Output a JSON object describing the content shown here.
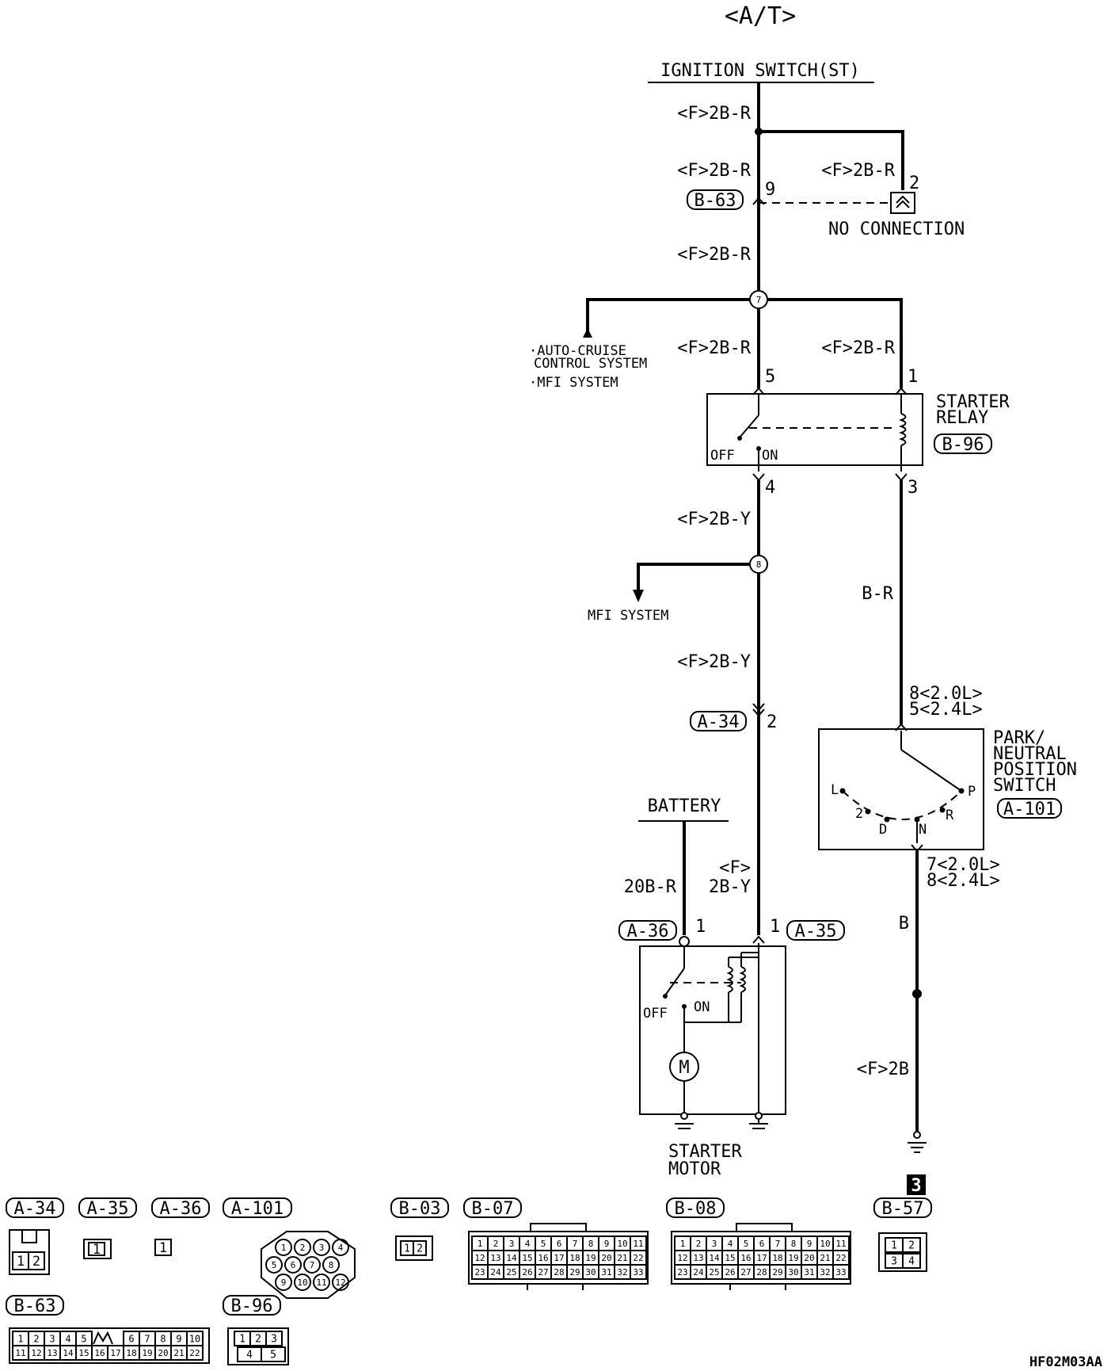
{
  "title": "<A/T>",
  "ignition": {
    "label": "IGNITION SWITCH(ST)"
  },
  "wires": {
    "f2br_1": "<F>2B-R",
    "f2br_2": "<F>2B-R",
    "f2br_branch": "<F>2B-R",
    "f2br_3": "<F>2B-R",
    "f2br_left": "<F>2B-R",
    "f2br_right": "<F>2B-R",
    "f2by_1": "<F>2B-Y",
    "f2by_2": "<F>2B-Y",
    "f2by_3a": "<F>",
    "f2by_3b": "2B-Y",
    "br": "B-R",
    "b20r": "20B-R",
    "b": "B",
    "f2b": "<F>2B"
  },
  "pins": {
    "p9": "9",
    "p2": "2",
    "p5": "5",
    "p1": "1",
    "p4": "4",
    "p3": "3",
    "a34_pin": "2",
    "pn_in_a": "8<2.0L>",
    "pn_in_b": "5<2.4L>",
    "pn_out_a": "7<2.0L>",
    "pn_out_b": "8<2.4L>",
    "a36_pin": "1",
    "a35_pin": "1"
  },
  "connectors": {
    "b63": "B-63",
    "b96": "B-96",
    "a34": "A-34",
    "a101": "A-101",
    "a36": "A-36",
    "a35": "A-35"
  },
  "notes": {
    "no_connection": "NO CONNECTION",
    "auto_cruise_1": "·AUTO-CRUISE",
    "auto_cruise_2": "CONTROL SYSTEM",
    "mfi_1": "·MFI SYSTEM",
    "mfi_2": "MFI SYSTEM"
  },
  "junctions": {
    "j7": "7",
    "j8": "8"
  },
  "components": {
    "starter_relay_1": "STARTER",
    "starter_relay_2": "RELAY",
    "off": "OFF",
    "on": "ON",
    "pn_1": "PARK/",
    "pn_2": "NEUTRAL",
    "pn_3": "POSITION",
    "pn_4": "SWITCH",
    "pos_l": "L",
    "pos_2": "2",
    "pos_d": "D",
    "pos_n": "N",
    "pos_r": "R",
    "pos_p": "P",
    "battery": "BATTERY",
    "motor_symbol": "M",
    "starter_motor_1": "STARTER",
    "starter_motor_2": "MOTOR",
    "off2": "OFF",
    "on2": "ON",
    "ground_ref": "3"
  },
  "legend": {
    "labels": [
      "A-34",
      "A-35",
      "A-36",
      "A-101",
      "B-03",
      "B-07",
      "B-08",
      "B-57",
      "B-63",
      "B-96"
    ],
    "a34_pins": [
      "1",
      "2"
    ],
    "a35_pins": [
      "1"
    ],
    "a36_pins": [
      "1"
    ],
    "a101_pins": [
      "1",
      "2",
      "3",
      "4",
      "5",
      "6",
      "7",
      "8",
      "9",
      "10",
      "11",
      "12"
    ],
    "b03_pins": [
      "1",
      "2"
    ],
    "b07_row1": [
      "1",
      "2",
      "3",
      "4",
      "5",
      "6",
      "7",
      "8",
      "9",
      "10",
      "11"
    ],
    "b07_row2": [
      "12",
      "13",
      "14",
      "15",
      "16",
      "17",
      "18",
      "19",
      "20",
      "21",
      "22"
    ],
    "b07_row3": [
      "23",
      "24",
      "25",
      "26",
      "27",
      "28",
      "29",
      "30",
      "31",
      "32",
      "33"
    ],
    "b08_row1": [
      "1",
      "2",
      "3",
      "4",
      "5",
      "6",
      "7",
      "8",
      "9",
      "10",
      "11"
    ],
    "b08_row2": [
      "12",
      "13",
      "14",
      "15",
      "16",
      "17",
      "18",
      "19",
      "20",
      "21",
      "22"
    ],
    "b08_row3": [
      "23",
      "24",
      "25",
      "26",
      "27",
      "28",
      "29",
      "30",
      "31",
      "32",
      "33"
    ],
    "b57_pins": [
      "1",
      "2",
      "3",
      "4"
    ],
    "b63_row1": [
      "1",
      "2",
      "3",
      "4",
      "5",
      "6",
      "7",
      "8",
      "9",
      "10"
    ],
    "b63_row2": [
      "11",
      "12",
      "13",
      "14",
      "15",
      "16",
      "17",
      "18",
      "19",
      "20",
      "21",
      "22"
    ],
    "b96_row1": [
      "1",
      "2",
      "3"
    ],
    "b96_row2": [
      "4",
      "5"
    ]
  },
  "code": "HF02M03AA"
}
